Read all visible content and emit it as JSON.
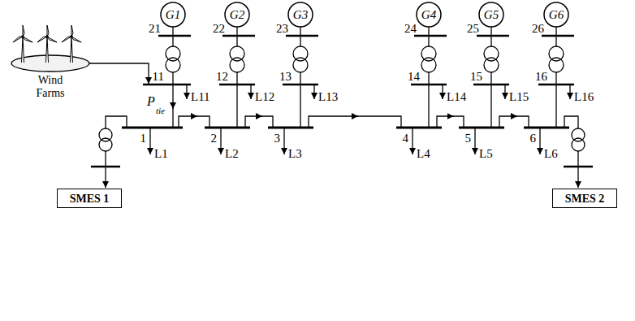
{
  "diagram": {
    "nodes": [
      {
        "text": [
          "G1"
        ]
      },
      {
        "text": [
          "G2"
        ]
      },
      {
        "text": [
          "G3"
        ]
      },
      {
        "text": [
          "G4"
        ]
      },
      {
        "text": [
          "G5"
        ]
      },
      {
        "text": [
          "G6"
        ]
      },
      {
        "text": [
          "Wind Farms"
        ]
      },
      {
        "text": [
          "SMES 1"
        ]
      },
      {
        "text": [
          "SMES 2"
        ]
      }
    ],
    "labels": [
      "21",
      "22",
      "23",
      "24",
      "25",
      "26",
      "11",
      "12",
      "13",
      "14",
      "15",
      "16",
      "L11",
      "L12",
      "L13",
      "L14",
      "L15",
      "L16",
      "P",
      "tie",
      "1",
      "2",
      "3",
      "4",
      "5",
      "6",
      "L1",
      "L2",
      "L3",
      "L4",
      "L5",
      "L6"
    ]
  }
}
